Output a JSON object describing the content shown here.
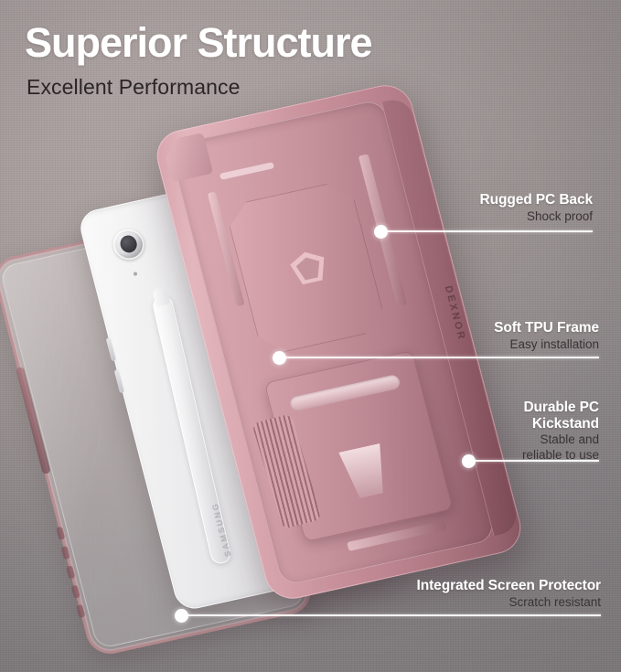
{
  "poster": {
    "title": "Superior Structure",
    "subtitle": "Excellent Performance",
    "background_color": "#9c9493",
    "accent_color": "#d2a0a9",
    "line_color": "#ffffff"
  },
  "product": {
    "case_brand": "DEXNOR",
    "tablet_brand": "SAMSUNG"
  },
  "callouts": [
    {
      "id": "rugged-pc-back",
      "title": "Rugged PC Back",
      "subtitle": "Shock proof"
    },
    {
      "id": "soft-tpu-frame",
      "title": "Soft TPU Frame",
      "subtitle": "Easy installation"
    },
    {
      "id": "durable-pc-kickstand",
      "title_line1": "Durable PC",
      "title_line2": "Kickstand",
      "subtitle_line1": "Stable  and",
      "subtitle_line2": "reliable to use"
    },
    {
      "id": "integrated-screen-protector",
      "title": "Integrated Screen Protector",
      "subtitle": "Scratch resistant"
    }
  ]
}
